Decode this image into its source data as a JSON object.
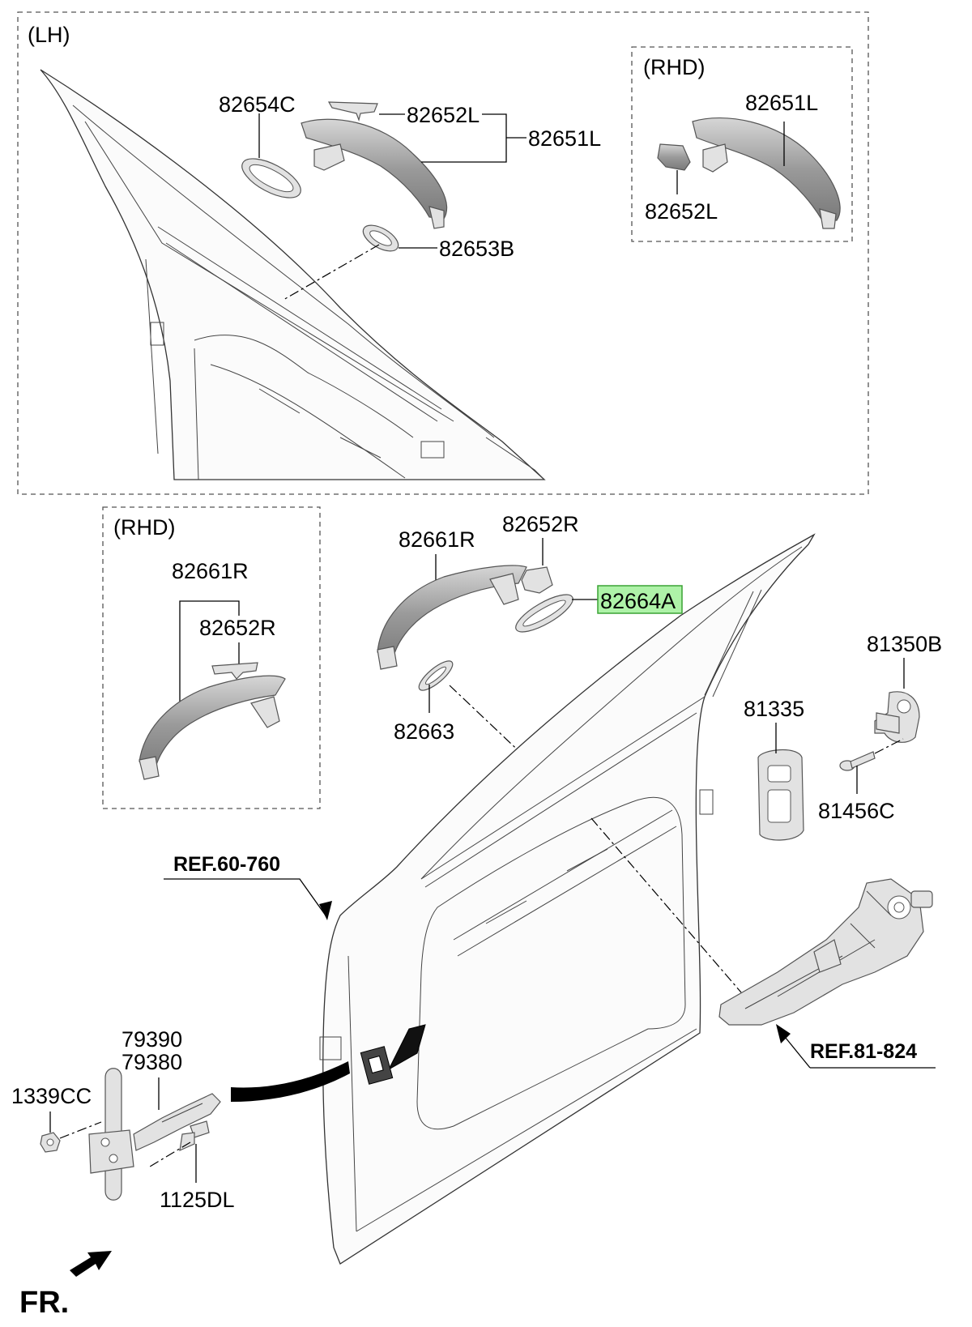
{
  "diagram": {
    "box_lh": {
      "tag": "(LH)"
    },
    "box_rhd_top": {
      "tag": "(RHD)"
    },
    "box_rhd_left": {
      "tag": "(RHD)"
    },
    "labels": {
      "p82654C": "82654C",
      "p82652L_a": "82652L",
      "p82651L_a": "82651L",
      "p82653B": "82653B",
      "p82651L_b": "82651L",
      "p82652L_b": "82652L",
      "p82661R_a": "82661R",
      "p82652R_a": "82652R",
      "p82661R_b": "82661R",
      "p82652R_b": "82652R",
      "p82664A": "82664A",
      "p82663": "82663",
      "p81350B": "81350B",
      "p81335": "81335",
      "p81456C": "81456C",
      "p79390": "79390",
      "p79380": "79380",
      "p1339CC": "1339CC",
      "p1125DL": "1125DL"
    },
    "refs": {
      "ref_60_760": "REF.60-760",
      "ref_81_824": "REF.81-824"
    },
    "front": "FR.",
    "highlight_color": "#aef2a8"
  }
}
